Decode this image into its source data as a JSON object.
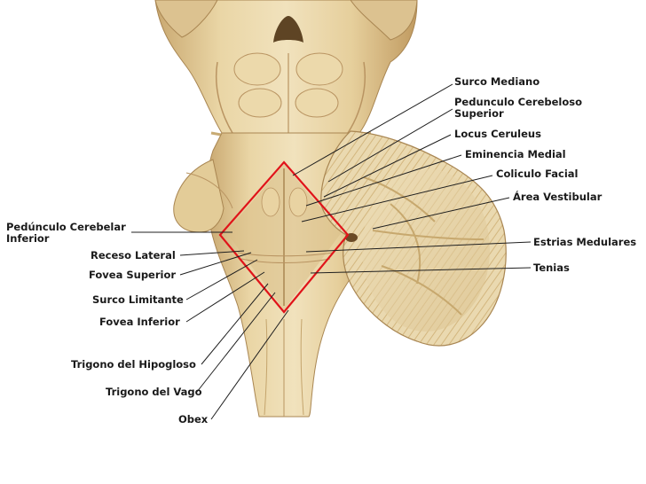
{
  "colors": {
    "tissue_base": "#e6cf9c",
    "tissue_light": "#f1e2bd",
    "tissue_shadow": "#c9a870",
    "tissue_dark": "#a98652",
    "cerebellum_base": "#ead9b0",
    "cerebellum_stripe": "#d7bd86",
    "rhomboid_outline": "#e0141a",
    "leader_line": "#1f1f1f",
    "label_text": "#1a1a1a",
    "background": "#ffffff"
  },
  "labels_right": {
    "surco_mediano": "Surco Mediano",
    "pedunculo_superior_l1": "Pedunculo Cerebeloso",
    "pedunculo_superior_l2": "Superior",
    "locus_ceruleus": "Locus Ceruleus",
    "eminencia_medial": "Eminencia Medial",
    "coliculo_facial": "Coliculo Facial",
    "area_vestibular": "Área Vestibular",
    "estrias_medulares": "Estrias Medulares",
    "tenias": "Tenias"
  },
  "labels_left": {
    "pedunculo_inferior_l1": "Pedúnculo Cerebelar",
    "pedunculo_inferior_l2": "Inferior",
    "receso_lateral": "Receso Lateral",
    "fovea_superior": "Fovea Superior",
    "surco_limitante": "Surco Limitante",
    "fovea_inferior": "Fovea Inferior",
    "trigono_hipogloso": "Trigono del Hipogloso",
    "trigono_vago": "Trigono del Vago",
    "obex": "Obex"
  }
}
